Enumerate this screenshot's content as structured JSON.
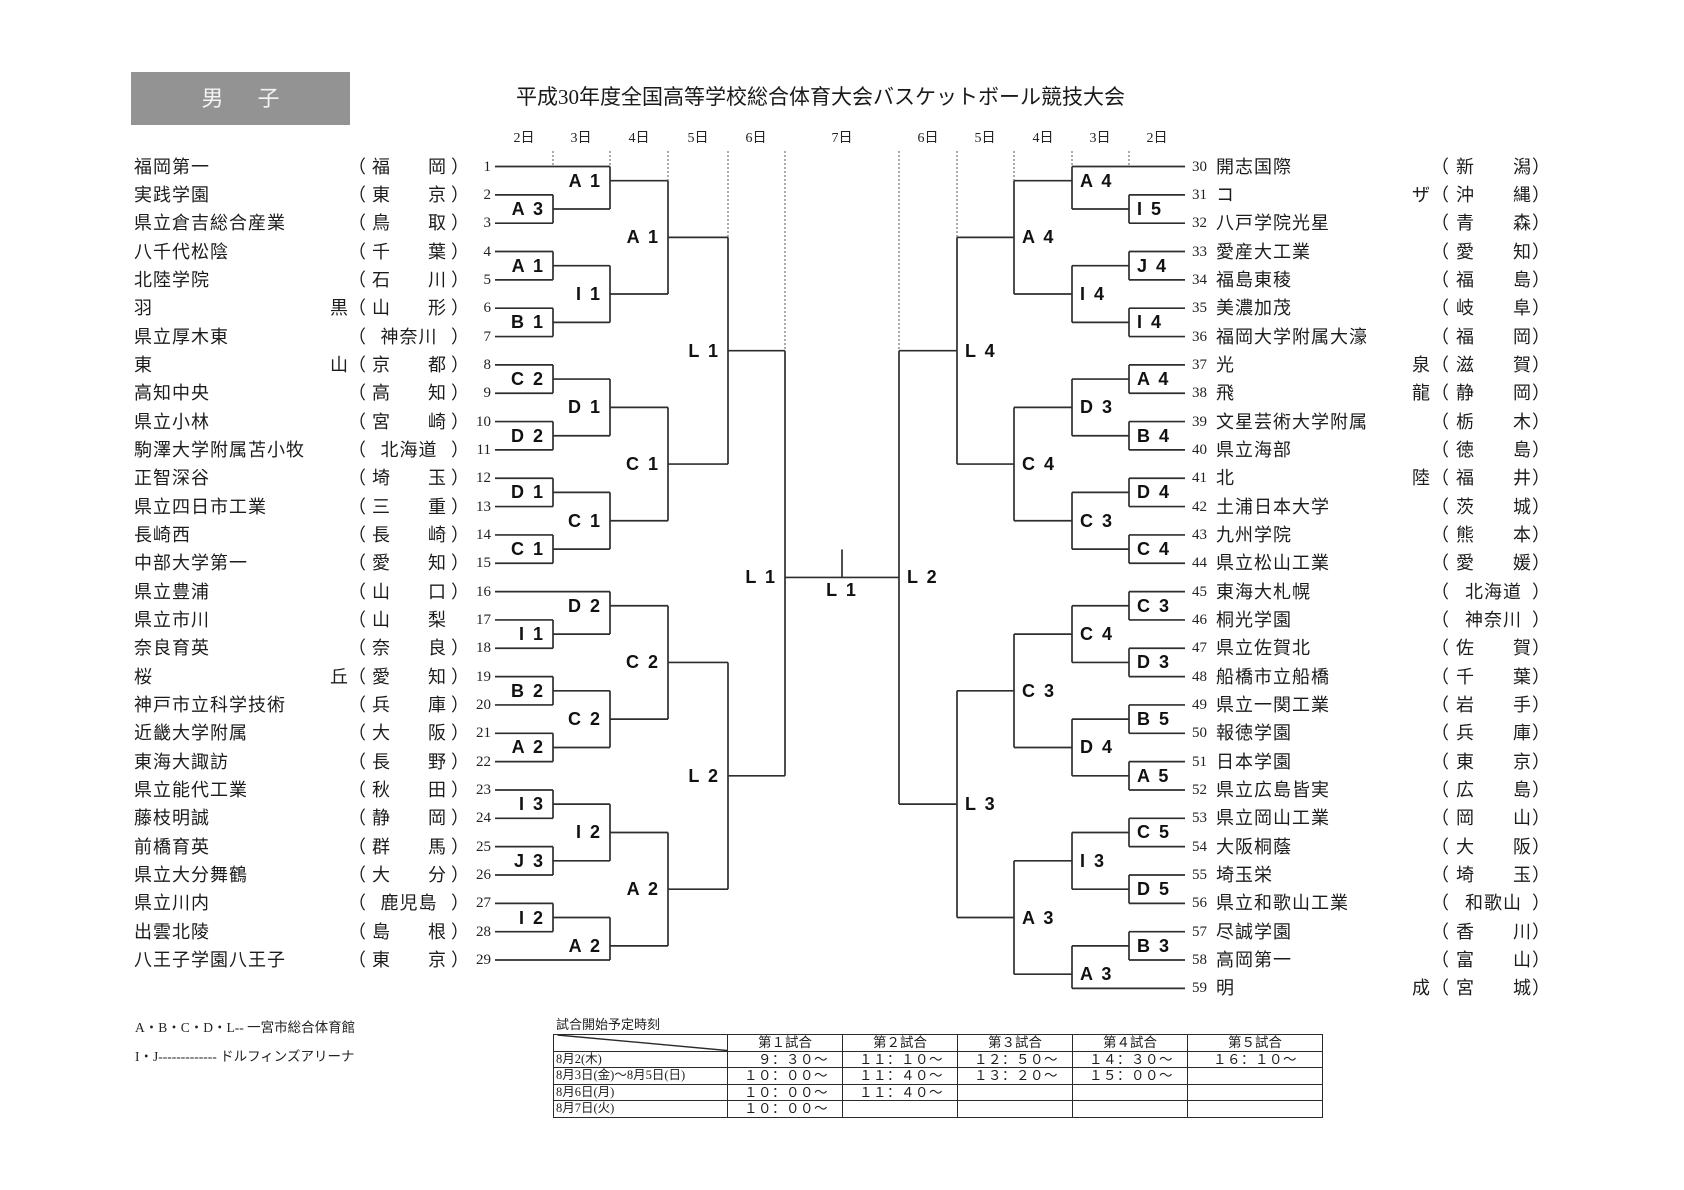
{
  "header": {
    "gender_label": "男子",
    "title": "平成30年度全国高等学校総合体育大会バスケットボール競技大会"
  },
  "day_headers": {
    "left": [
      "2日",
      "3日",
      "4日",
      "5日",
      "6日"
    ],
    "center": "7日",
    "right": [
      "6日",
      "5日",
      "4日",
      "3日",
      "2日"
    ]
  },
  "format": {
    "paren_open": "（",
    "paren_close": "）"
  },
  "teams": {
    "left": [
      {
        "no": 1,
        "school": "福岡第一",
        "pref": "福岡"
      },
      {
        "no": 2,
        "school": "実践学園",
        "pref": "東京"
      },
      {
        "no": 3,
        "school": "県立倉吉総合産業",
        "pref": "鳥取"
      },
      {
        "no": 4,
        "school": "八千代松陰",
        "pref": "千葉"
      },
      {
        "no": 5,
        "school": "北陸学院",
        "pref": "石川"
      },
      {
        "no": 6,
        "school": "羽黒",
        "pref": "山形"
      },
      {
        "no": 7,
        "school": "県立厚木東",
        "pref": "神奈川"
      },
      {
        "no": 8,
        "school": "東山",
        "pref": "京都"
      },
      {
        "no": 9,
        "school": "高知中央",
        "pref": "高知"
      },
      {
        "no": 10,
        "school": "県立小林",
        "pref": "宮崎"
      },
      {
        "no": 11,
        "school": "駒澤大学附属苫小牧",
        "pref": "北海道"
      },
      {
        "no": 12,
        "school": "正智深谷",
        "pref": "埼玉"
      },
      {
        "no": 13,
        "school": "県立四日市工業",
        "pref": "三重"
      },
      {
        "no": 14,
        "school": "長崎西",
        "pref": "長崎"
      },
      {
        "no": 15,
        "school": "中部大学第一",
        "pref": "愛知"
      },
      {
        "no": 16,
        "school": "県立豊浦",
        "pref": "山口"
      },
      {
        "no": 17,
        "school": "県立市川",
        "pref": "山梨",
        "close": ""
      },
      {
        "no": 18,
        "school": "奈良育英",
        "pref": "奈良"
      },
      {
        "no": 19,
        "school": "桜丘",
        "pref": "愛知"
      },
      {
        "no": 20,
        "school": "神戸市立科学技術",
        "pref": "兵庫"
      },
      {
        "no": 21,
        "school": "近畿大学附属",
        "pref": "大阪"
      },
      {
        "no": 22,
        "school": "東海大諏訪",
        "pref": "長野"
      },
      {
        "no": 23,
        "school": "県立能代工業",
        "pref": "秋田"
      },
      {
        "no": 24,
        "school": "藤枝明誠",
        "pref": "静岡"
      },
      {
        "no": 25,
        "school": "前橋育英",
        "pref": "群馬"
      },
      {
        "no": 26,
        "school": "県立大分舞鶴",
        "pref": "大分"
      },
      {
        "no": 27,
        "school": "県立川内",
        "pref": "鹿児島"
      },
      {
        "no": 28,
        "school": "出雲北陵",
        "pref": "島根"
      },
      {
        "no": 29,
        "school": "八王子学園八王子",
        "pref": "東京"
      }
    ],
    "right": [
      {
        "no": 30,
        "school": "開志国際",
        "pref": "新潟"
      },
      {
        "no": 31,
        "school": "コザ",
        "pref": "沖縄"
      },
      {
        "no": 32,
        "school": "八戸学院光星",
        "pref": "青森"
      },
      {
        "no": 33,
        "school": "愛産大工業",
        "pref": "愛知"
      },
      {
        "no": 34,
        "school": "福島東稜",
        "pref": "福島"
      },
      {
        "no": 35,
        "school": "美濃加茂",
        "pref": "岐阜"
      },
      {
        "no": 36,
        "school": "福岡大学附属大濠",
        "pref": "福岡"
      },
      {
        "no": 37,
        "school": "光泉",
        "pref": "滋賀"
      },
      {
        "no": 38,
        "school": "飛龍",
        "pref": "静岡"
      },
      {
        "no": 39,
        "school": "文星芸術大学附属",
        "pref": "栃木"
      },
      {
        "no": 40,
        "school": "県立海部",
        "pref": "徳島"
      },
      {
        "no": 41,
        "school": "北陸",
        "pref": "福井"
      },
      {
        "no": 42,
        "school": "土浦日本大学",
        "pref": "茨城"
      },
      {
        "no": 43,
        "school": "九州学院",
        "pref": "熊本"
      },
      {
        "no": 44,
        "school": "県立松山工業",
        "pref": "愛媛"
      },
      {
        "no": 45,
        "school": "東海大札幌",
        "pref": "北海道"
      },
      {
        "no": 46,
        "school": "桐光学園",
        "pref": "神奈川"
      },
      {
        "no": 47,
        "school": "県立佐賀北",
        "pref": "佐賀"
      },
      {
        "no": 48,
        "school": "船橋市立船橋",
        "pref": "千葉"
      },
      {
        "no": 49,
        "school": "県立一関工業",
        "pref": "岩手"
      },
      {
        "no": 50,
        "school": "報徳学園",
        "pref": "兵庫"
      },
      {
        "no": 51,
        "school": "日本学園",
        "pref": "東京"
      },
      {
        "no": 52,
        "school": "県立広島皆実",
        "pref": "広島"
      },
      {
        "no": 53,
        "school": "県立岡山工業",
        "pref": "岡山"
      },
      {
        "no": 54,
        "school": "大阪桐蔭",
        "pref": "大阪"
      },
      {
        "no": 55,
        "school": "埼玉栄",
        "pref": "埼玉"
      },
      {
        "no": 56,
        "school": "県立和歌山工業",
        "pref": "和歌山"
      },
      {
        "no": 57,
        "school": "尽誠学園",
        "pref": "香川"
      },
      {
        "no": 58,
        "school": "高岡第一",
        "pref": "富山"
      },
      {
        "no": 59,
        "school": "明成",
        "pref": "宮城"
      }
    ]
  },
  "bracket": {
    "left": {
      "label": "L 1",
      "children": [
        {
          "label": "L 1",
          "children": [
            {
              "label": "A 1",
              "children": [
                {
                  "label": "A 1",
                  "children": [
                    1,
                    {
                      "label": "A 3",
                      "children": [
                        2,
                        3
                      ]
                    }
                  ]
                },
                {
                  "label": "I 1",
                  "children": [
                    {
                      "label": "A 1",
                      "children": [
                        4,
                        5
                      ]
                    },
                    {
                      "label": "B 1",
                      "children": [
                        6,
                        7
                      ]
                    }
                  ]
                }
              ]
            },
            {
              "label": "C 1",
              "children": [
                {
                  "label": "D 1",
                  "children": [
                    {
                      "label": "C 2",
                      "children": [
                        8,
                        9
                      ]
                    },
                    {
                      "label": "D 2",
                      "children": [
                        10,
                        11
                      ]
                    }
                  ]
                },
                {
                  "label": "C 1",
                  "children": [
                    {
                      "label": "D 1",
                      "children": [
                        12,
                        13
                      ]
                    },
                    {
                      "label": "C 1",
                      "children": [
                        14,
                        15
                      ]
                    }
                  ]
                }
              ]
            }
          ]
        },
        {
          "label": "L 2",
          "children": [
            {
              "label": "C 2",
              "children": [
                {
                  "label": "D 2",
                  "children": [
                    16,
                    {
                      "label": "I 1",
                      "children": [
                        17,
                        18
                      ]
                    }
                  ]
                },
                {
                  "label": "C 2",
                  "children": [
                    {
                      "label": "B 2",
                      "children": [
                        19,
                        20
                      ]
                    },
                    {
                      "label": "A 2",
                      "children": [
                        21,
                        22
                      ]
                    }
                  ]
                }
              ]
            },
            {
              "label": "A 2",
              "children": [
                {
                  "label": "I 2",
                  "children": [
                    {
                      "label": "I 3",
                      "children": [
                        23,
                        24
                      ]
                    },
                    {
                      "label": "J 3",
                      "children": [
                        25,
                        26
                      ]
                    }
                  ]
                },
                {
                  "label": "A 2",
                  "children": [
                    {
                      "label": "I 2",
                      "children": [
                        27,
                        28
                      ]
                    },
                    29
                  ]
                }
              ]
            }
          ]
        }
      ]
    },
    "final": {
      "label": "L 1"
    },
    "right": {
      "label": "L 2",
      "children": [
        {
          "label": "L 4",
          "children": [
            {
              "label": "A 4",
              "children": [
                {
                  "label": "A 4",
                  "children": [
                    30,
                    {
                      "label": "I 5",
                      "children": [
                        31,
                        32
                      ]
                    }
                  ]
                },
                {
                  "label": "I 4",
                  "children": [
                    {
                      "label": "J 4",
                      "children": [
                        33,
                        34
                      ]
                    },
                    {
                      "label": "I 4",
                      "children": [
                        35,
                        36
                      ]
                    }
                  ]
                }
              ]
            },
            {
              "label": "C 4",
              "children": [
                {
                  "label": "D 3",
                  "children": [
                    {
                      "label": "A 4",
                      "children": [
                        37,
                        38
                      ]
                    },
                    {
                      "label": "B 4",
                      "children": [
                        39,
                        40
                      ]
                    }
                  ]
                },
                {
                  "label": "C 3",
                  "children": [
                    {
                      "label": "D 4",
                      "children": [
                        41,
                        42
                      ]
                    },
                    {
                      "label": "C 4",
                      "children": [
                        43,
                        44
                      ]
                    }
                  ]
                }
              ]
            }
          ]
        },
        {
          "label": "L 3",
          "children": [
            {
              "label": "C 3",
              "children": [
                {
                  "label": "C 4",
                  "children": [
                    {
                      "label": "C 3",
                      "children": [
                        45,
                        46
                      ]
                    },
                    {
                      "label": "D 3",
                      "children": [
                        47,
                        48
                      ]
                    }
                  ]
                },
                {
                  "label": "D 4",
                  "children": [
                    {
                      "label": "B 5",
                      "children": [
                        49,
                        50
                      ]
                    },
                    {
                      "label": "A 5",
                      "children": [
                        51,
                        52
                      ]
                    }
                  ]
                }
              ]
            },
            {
              "label": "A 3",
              "children": [
                {
                  "label": "I 3",
                  "children": [
                    {
                      "label": "C 5",
                      "children": [
                        53,
                        54
                      ]
                    },
                    {
                      "label": "D 5",
                      "children": [
                        55,
                        56
                      ]
                    }
                  ]
                },
                {
                  "label": "A 3",
                  "children": [
                    {
                      "label": "B 3",
                      "children": [
                        57,
                        58
                      ]
                    },
                    59
                  ]
                }
              ]
            }
          ]
        }
      ]
    }
  },
  "legend": [
    "A・B・C・D・L-- 一宮市総合体育館",
    "I・J------------- ドルフィンズアリーナ"
  ],
  "schedule": {
    "title": "試合開始予定時刻",
    "headers": [
      "第１試合",
      "第２試合",
      "第３試合",
      "第４試合",
      "第５試合"
    ],
    "rows": [
      {
        "date": "8月2(木)",
        "times": [
          "９：３０～",
          "１１：１０～",
          "１２：５０～",
          "１４：３０～",
          "１６：１０～"
        ]
      },
      {
        "date": "8月3日(金)～8月5日(日)",
        "times": [
          "１０：００～",
          "１１：４０～",
          "１３：２０～",
          "１５：００～",
          ""
        ]
      },
      {
        "date": "8月6日(月)",
        "times": [
          "１０：００～",
          "１１：４０～",
          "",
          "",
          ""
        ]
      },
      {
        "date": "8月7日(火)",
        "times": [
          "１０：００～",
          "",
          "",
          "",
          ""
        ]
      }
    ]
  }
}
